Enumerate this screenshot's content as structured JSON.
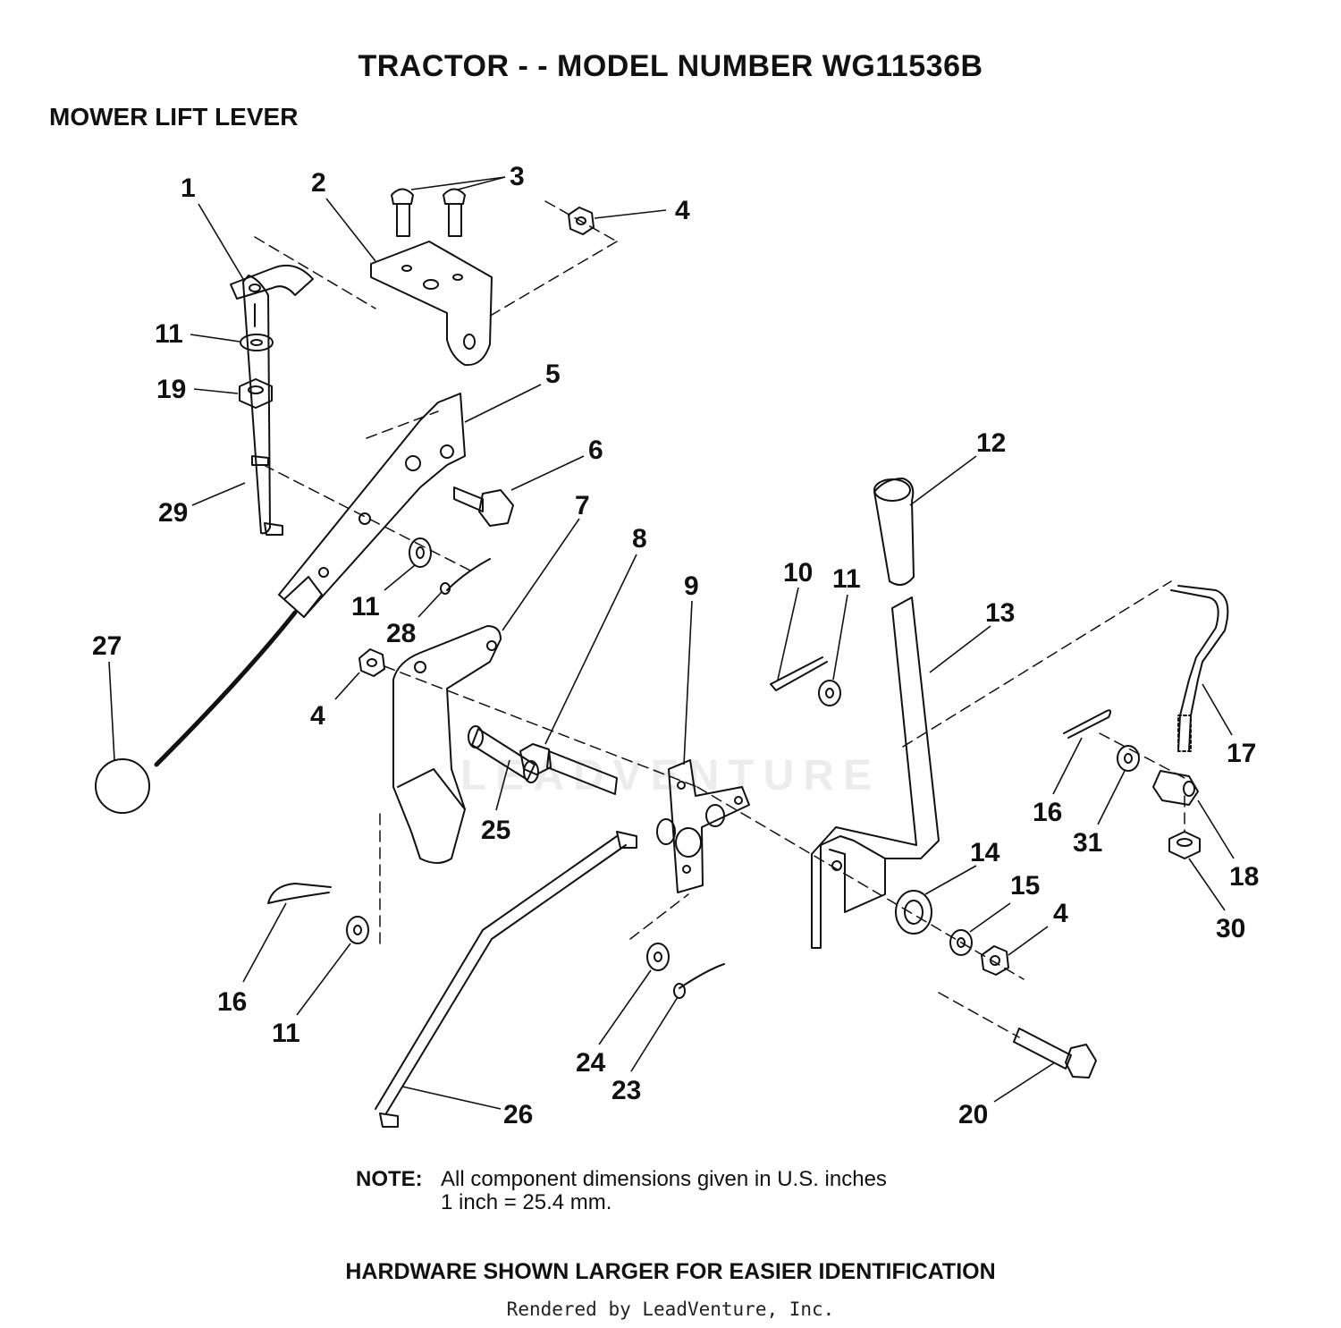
{
  "header": {
    "title": "TRACTOR - - MODEL NUMBER WG11536B",
    "section": "MOWER LIFT LEVER"
  },
  "watermark": "LEADVENTURE",
  "callouts": [
    "1",
    "2",
    "3",
    "4",
    "11",
    "19",
    "5",
    "6",
    "29",
    "27",
    "11",
    "28",
    "4",
    "7",
    "8",
    "25",
    "9",
    "10",
    "11",
    "12",
    "13",
    "17",
    "16",
    "31",
    "18",
    "30",
    "14",
    "15",
    "4",
    "16",
    "11",
    "24",
    "23",
    "26",
    "20"
  ],
  "note": {
    "label": "NOTE:",
    "line1": "All component dimensions given in U.S. inches",
    "line2": "1 inch = 25.4 mm."
  },
  "footer": {
    "hardware": "HARDWARE SHOWN LARGER FOR EASIER IDENTIFICATION",
    "rendered_by": "Rendered by LeadVenture, Inc."
  }
}
